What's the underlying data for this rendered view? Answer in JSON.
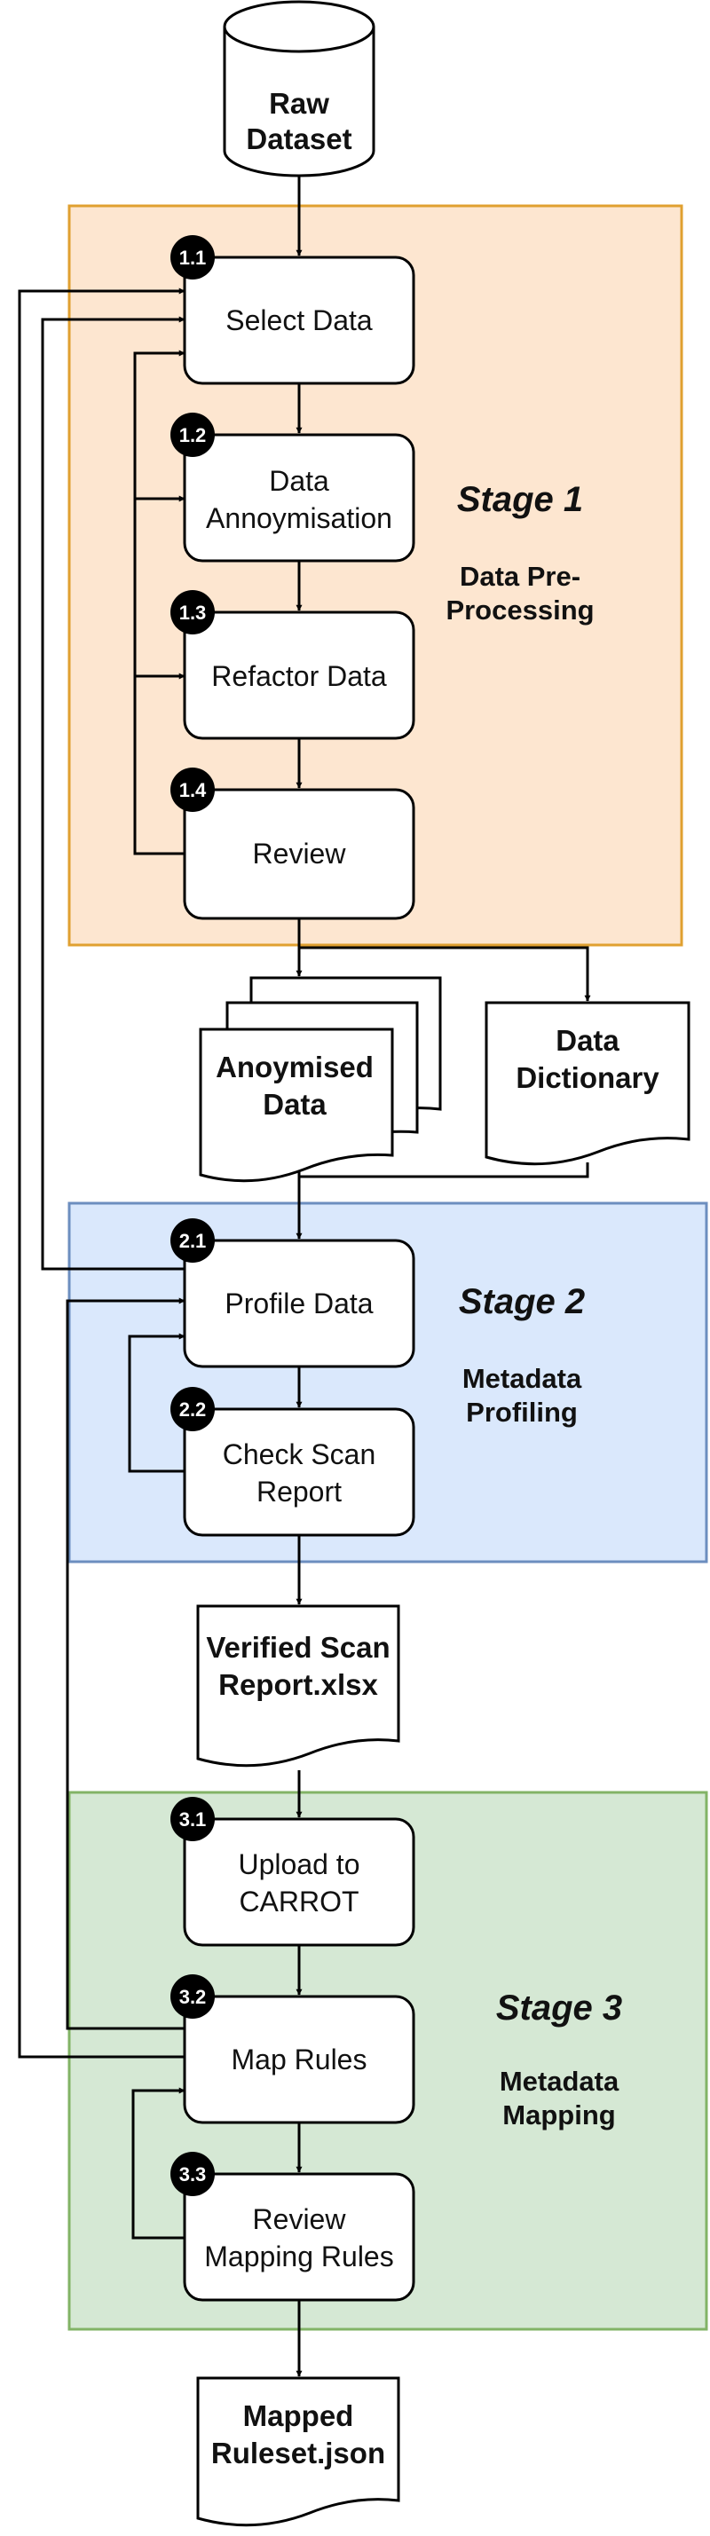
{
  "datastore": {
    "line1": "Raw",
    "line2": "Dataset"
  },
  "stages": [
    {
      "id": "stage1",
      "title": "Stage 1",
      "subtitle_lines": [
        "Data Pre-",
        "Processing"
      ],
      "fill": "#fde6d0",
      "stroke": "#e0a030"
    },
    {
      "id": "stage2",
      "title": "Stage 2",
      "subtitle_lines": [
        "Metadata",
        "Profiling"
      ],
      "fill": "#dae8fc",
      "stroke": "#6c8ebf"
    },
    {
      "id": "stage3",
      "title": "Stage 3",
      "subtitle_lines": [
        "Metadata",
        "Mapping"
      ],
      "fill": "#d5e8d4",
      "stroke": "#82b366"
    }
  ],
  "steps": [
    {
      "id": "s11",
      "badge": "1.1",
      "lines": [
        "Select Data"
      ]
    },
    {
      "id": "s12",
      "badge": "1.2",
      "lines": [
        "Data",
        "Annoymisation"
      ]
    },
    {
      "id": "s13",
      "badge": "1.3",
      "lines": [
        "Refactor Data"
      ]
    },
    {
      "id": "s14",
      "badge": "1.4",
      "lines": [
        "Review"
      ]
    },
    {
      "id": "s21",
      "badge": "2.1",
      "lines": [
        "Profile Data"
      ]
    },
    {
      "id": "s22",
      "badge": "2.2",
      "lines": [
        "Check Scan",
        "Report"
      ]
    },
    {
      "id": "s31",
      "badge": "3.1",
      "lines": [
        "Upload to",
        "CARROT"
      ]
    },
    {
      "id": "s32",
      "badge": "3.2",
      "lines": [
        "Map Rules"
      ]
    },
    {
      "id": "s33",
      "badge": "3.3",
      "lines": [
        "Review",
        "Mapping Rules"
      ]
    }
  ],
  "documents": [
    {
      "id": "anonymised",
      "lines": [
        "Anoymised",
        "Data"
      ]
    },
    {
      "id": "dictionary",
      "lines": [
        "Data",
        "Dictionary"
      ]
    },
    {
      "id": "scan-report",
      "lines": [
        "Verified Scan",
        "Report.xlsx"
      ]
    },
    {
      "id": "ruleset",
      "lines": [
        "Mapped",
        "Ruleset.json"
      ]
    }
  ]
}
